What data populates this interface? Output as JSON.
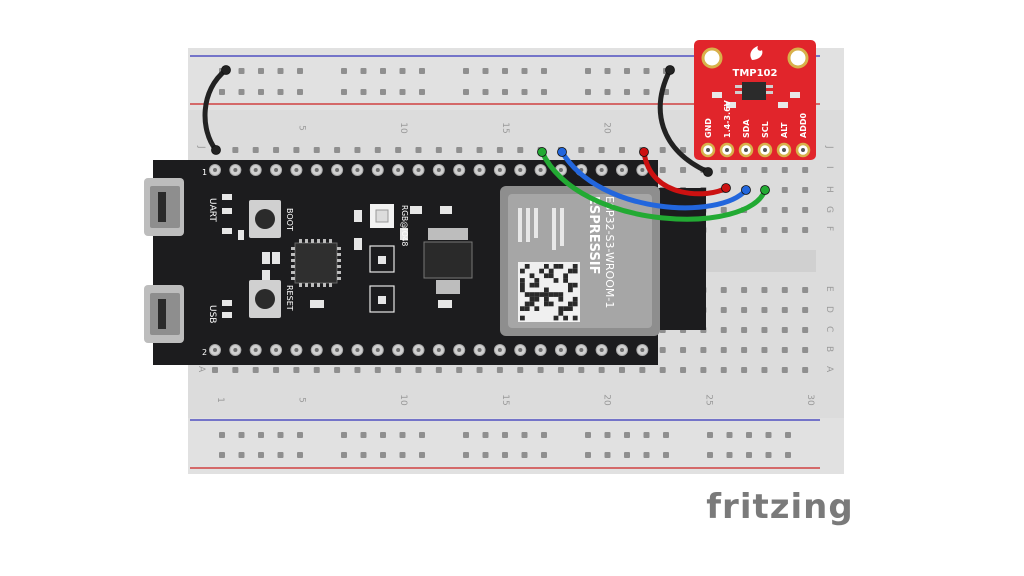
{
  "breadboard": {
    "row_letters_top": [
      "J",
      "I",
      "H",
      "G",
      "F"
    ],
    "row_letters_bottom": [
      "E",
      "D",
      "C",
      "B",
      "A"
    ],
    "column_numbers": [
      "1",
      "5",
      "10",
      "15",
      "20",
      "25",
      "30"
    ]
  },
  "dev_board": {
    "button_boot": "BOOT",
    "button_reset": "RESET",
    "port_uart": "UART",
    "port_usb": "USB",
    "led_label": "RGB@IO48",
    "module_brand": "ESPRESSIF",
    "module_model": "ESP32-S3-WROOM-1",
    "pin_marker_top": "1",
    "pin_marker_bottom": "2"
  },
  "sensor": {
    "title": "TMP102",
    "pins": [
      "GND",
      "1.4-3.6V",
      "SDA",
      "SCL",
      "ALT",
      "ADD0"
    ]
  },
  "wires": [
    {
      "id": "rail-jumper",
      "color": "#222222"
    },
    {
      "id": "gnd",
      "color": "#222222"
    },
    {
      "id": "vcc",
      "color": "#cc1111"
    },
    {
      "id": "sda",
      "color": "#2266dd"
    },
    {
      "id": "scl",
      "color": "#22aa33"
    }
  ],
  "brand": {
    "logo": "fritzing"
  }
}
